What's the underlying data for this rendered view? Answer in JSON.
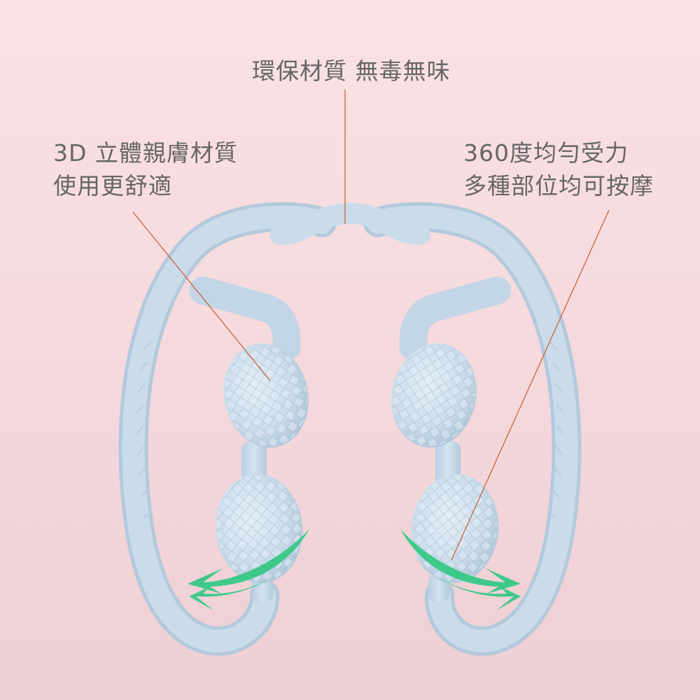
{
  "callouts": {
    "top": {
      "lines": [
        "環保材質 無毒無味"
      ]
    },
    "left": {
      "lines": [
        "3D 立體親膚材質",
        "使用更舒適"
      ]
    },
    "right": {
      "lines": [
        "360度均勻受力",
        "多種部位均可按摩"
      ]
    }
  },
  "colors": {
    "background_top": "#fae2e5",
    "background_bottom": "#eecfd4",
    "device_blue": "#c9dcea",
    "device_shadow": "#a9c0d4",
    "arrow_green": "#3ec98a",
    "leader_line": "#c8643c",
    "text": "#666666"
  },
  "icons": {
    "rotation_arrows_left": "curved-double-arrow-left",
    "rotation_arrows_right": "curved-double-arrow-right"
  }
}
